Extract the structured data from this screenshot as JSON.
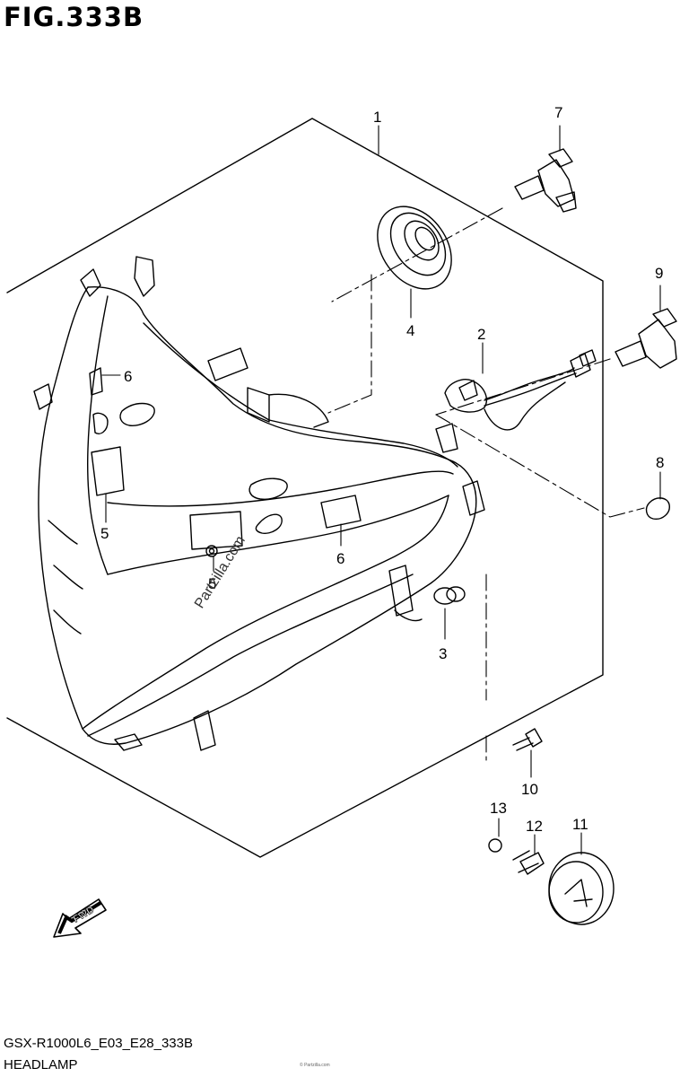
{
  "figure": {
    "title": "FIG.333B",
    "model_code": "GSX-R1000L6_E03_E28_333B",
    "section_name": "HEADLAMP",
    "watermark": "Partzilla.com",
    "fine_print": "© Partzilla.com",
    "fwd_label": "FWD"
  },
  "callouts": [
    {
      "id": "c1",
      "label": "1"
    },
    {
      "id": "c2",
      "label": "2"
    },
    {
      "id": "c3",
      "label": "3"
    },
    {
      "id": "c4",
      "label": "4"
    },
    {
      "id": "c5a",
      "label": "5"
    },
    {
      "id": "c5b",
      "label": "5"
    },
    {
      "id": "c6a",
      "label": "6"
    },
    {
      "id": "c6b",
      "label": "6"
    },
    {
      "id": "c7",
      "label": "7"
    },
    {
      "id": "c8",
      "label": "8"
    },
    {
      "id": "c9",
      "label": "9"
    },
    {
      "id": "c10",
      "label": "10"
    },
    {
      "id": "c11",
      "label": "11"
    },
    {
      "id": "c12",
      "label": "12"
    },
    {
      "id": "c13",
      "label": "13"
    }
  ]
}
